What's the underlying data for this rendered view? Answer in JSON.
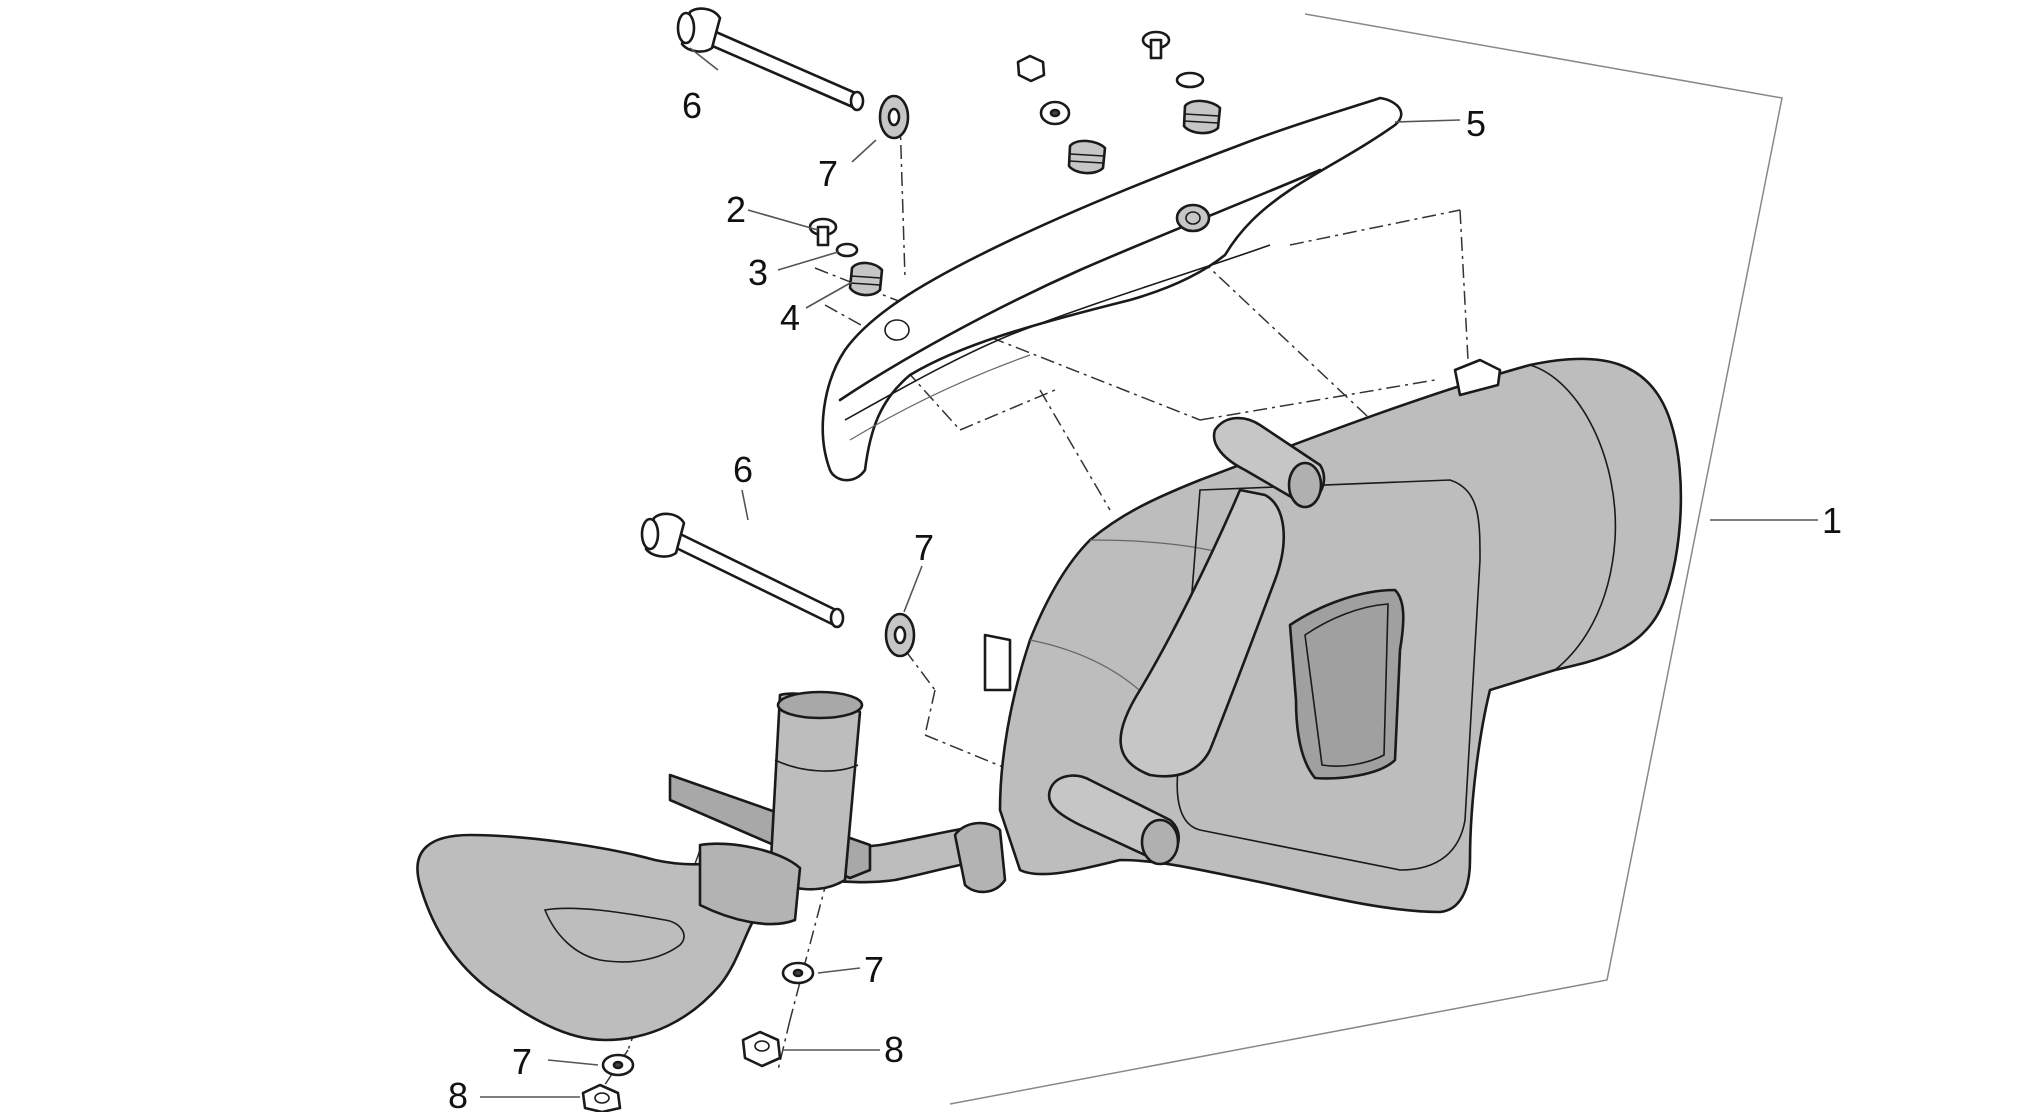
{
  "parts": [
    {
      "id": "muffler-assembly",
      "ref": "1"
    },
    {
      "id": "shield-screw",
      "ref": "2"
    },
    {
      "id": "shield-washer",
      "ref": "3"
    },
    {
      "id": "shield-bushing",
      "ref": "4"
    },
    {
      "id": "heat-shield",
      "ref": "5"
    },
    {
      "id": "bolt-upper",
      "ref": "6"
    },
    {
      "id": "bolt-lower",
      "ref": "6"
    },
    {
      "id": "washer-upper",
      "ref": "7"
    },
    {
      "id": "washer-middle",
      "ref": "7"
    },
    {
      "id": "washer-flange-right",
      "ref": "7"
    },
    {
      "id": "washer-flange-left",
      "ref": "7"
    },
    {
      "id": "nut-right",
      "ref": "8"
    },
    {
      "id": "nut-left",
      "ref": "8"
    }
  ],
  "colors": {
    "line": "#1a1a1a",
    "part_fill": "#bdbdbd",
    "part_fill_dark": "#a8a8a8",
    "shield_fill": "#ffffff",
    "frame": "#888888"
  }
}
